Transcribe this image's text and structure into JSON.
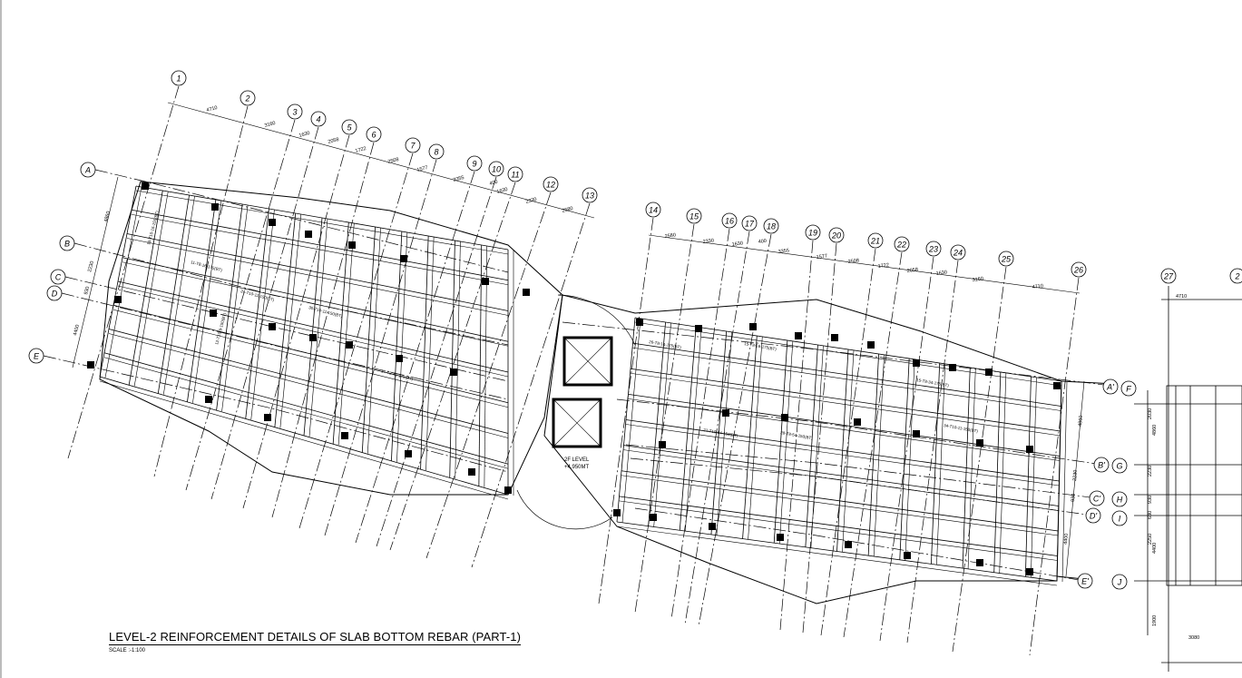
{
  "drawing": {
    "title": "LEVEL-2  REINFORCEMENT DETAILS OF SLAB  BOTTOM REBAR (PART-1)",
    "scale": "SCALE :-1:100",
    "core_level_label": "2F LEVEL",
    "core_level_value": "+4.950MT"
  },
  "grid_top": [
    {
      "label": "1"
    },
    {
      "label": "2"
    },
    {
      "label": "3"
    },
    {
      "label": "4"
    },
    {
      "label": "5"
    },
    {
      "label": "6"
    },
    {
      "label": "7"
    },
    {
      "label": "8"
    },
    {
      "label": "9"
    },
    {
      "label": "10"
    },
    {
      "label": "11"
    },
    {
      "label": "12"
    },
    {
      "label": "13"
    },
    {
      "label": "14"
    },
    {
      "label": "15"
    },
    {
      "label": "16"
    },
    {
      "label": "17"
    },
    {
      "label": "18"
    },
    {
      "label": "19"
    },
    {
      "label": "20"
    },
    {
      "label": "21"
    },
    {
      "label": "22"
    },
    {
      "label": "23"
    },
    {
      "label": "24"
    },
    {
      "label": "25"
    },
    {
      "label": "26"
    },
    {
      "label": "27"
    },
    {
      "label": "2"
    }
  ],
  "grid_left": [
    {
      "label": "A"
    },
    {
      "label": "B"
    },
    {
      "label": "C"
    },
    {
      "label": "D"
    },
    {
      "label": "E"
    }
  ],
  "grid_right": [
    {
      "label": "A'"
    },
    {
      "label": "B'"
    },
    {
      "label": "C'"
    },
    {
      "label": "D'"
    },
    {
      "label": "E'"
    }
  ],
  "grid_far_right": [
    {
      "label": "F"
    },
    {
      "label": "G"
    },
    {
      "label": "H"
    },
    {
      "label": "I"
    },
    {
      "label": "J"
    }
  ],
  "dims_top_left": [
    "4710",
    "3160",
    "1630",
    "2058",
    "1722",
    "2508",
    "1577",
    "3355",
    "400",
    "1630",
    "2330",
    "2580"
  ],
  "dims_top_right": [
    "2580",
    "2330",
    "1630",
    "400",
    "3355",
    "1577",
    "2508",
    "1722",
    "2058",
    "1630",
    "3160",
    "4710"
  ],
  "dims_left_vertical": [
    "4860",
    "2230",
    "930",
    "4400"
  ],
  "dims_right_vertical": [
    "4860",
    "2230",
    "930",
    "4400"
  ],
  "dims_far_right_vertical": [
    "4860",
    "2030",
    "2230",
    "930",
    "630",
    "4400",
    "2250",
    "1900"
  ],
  "dims_far_right_horizontal": [
    "4710",
    "3080"
  ],
  "rebar_labels": [
    "15-T10-16-150(BT)",
    "11-T8-16-175(BT)",
    "12-T10-9-150(BT)",
    "24-T10-11-150(BT)",
    "30-T10-11-150(BT)",
    "17-T8-41-175(BT)",
    "26-T8-14-175(BT)",
    "21-T10-54-150(BT)",
    "15-T8-16-175(BT)",
    "28-T8-54-150(BT)",
    "34-T10-11-150(BT)",
    "15-T8-34-175(BT)"
  ]
}
